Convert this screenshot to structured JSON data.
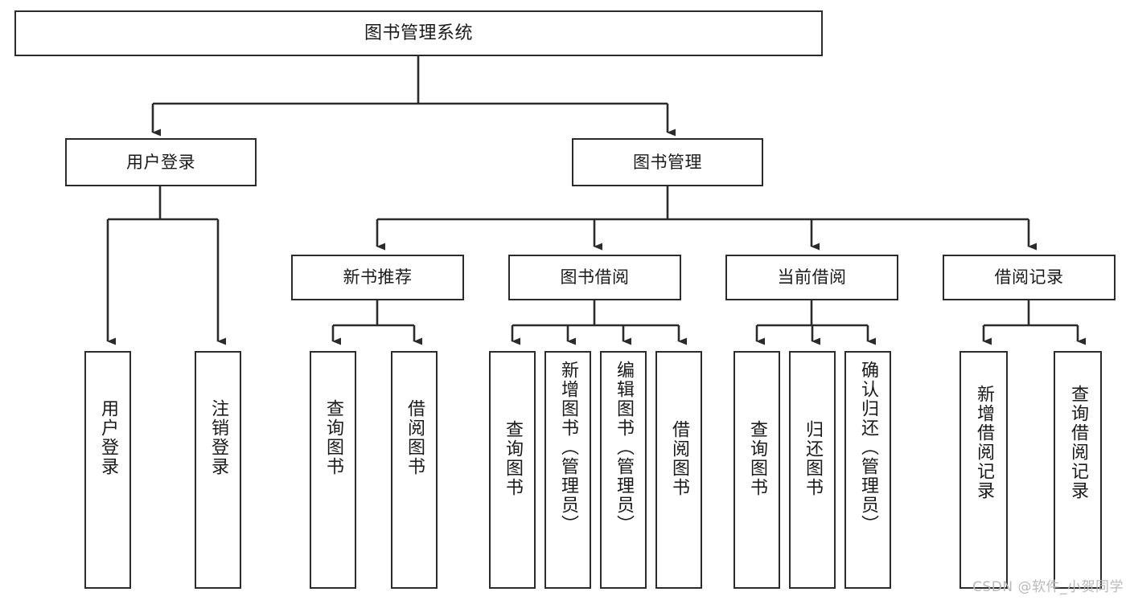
{
  "diagram": {
    "type": "tree-hierarchy",
    "title": "图书管理系统",
    "root": {
      "id": "root",
      "label": "图书管理系统"
    },
    "level2": [
      {
        "id": "user-login",
        "label": "用户登录"
      },
      {
        "id": "book-manage",
        "label": "图书管理"
      }
    ],
    "level3": [
      {
        "id": "new-book-recommend",
        "label": "新书推荐",
        "parent": "book-manage"
      },
      {
        "id": "book-borrow",
        "label": "图书借阅",
        "parent": "book-manage"
      },
      {
        "id": "current-borrow",
        "label": "当前借阅",
        "parent": "book-manage"
      },
      {
        "id": "borrow-record",
        "label": "借阅记录",
        "parent": "book-manage"
      }
    ],
    "leaves": {
      "user_login": [
        {
          "id": "leaf-user-login",
          "label": "用户登录"
        },
        {
          "id": "leaf-user-logout",
          "label": "注销登录"
        }
      ],
      "new_book_recommend": [
        {
          "id": "leaf-query-book-1",
          "label": "查询图书"
        },
        {
          "id": "leaf-borrow-book-1",
          "label": "借阅图书"
        }
      ],
      "book_borrow": [
        {
          "id": "leaf-query-book-2",
          "label": "查询图书"
        },
        {
          "id": "leaf-add-book",
          "label": "新增图书（管理员）"
        },
        {
          "id": "leaf-edit-book",
          "label": "编辑图书（管理员）"
        },
        {
          "id": "leaf-borrow-book-2",
          "label": "借阅图书"
        }
      ],
      "current_borrow": [
        {
          "id": "leaf-query-book-3",
          "label": "查询图书"
        },
        {
          "id": "leaf-return-book",
          "label": "归还图书"
        },
        {
          "id": "leaf-confirm-return",
          "label": "确认归还（管理员）"
        }
      ],
      "borrow_record": [
        {
          "id": "leaf-add-record",
          "label": "新增借阅记录"
        },
        {
          "id": "leaf-query-record",
          "label": "查询借阅记录"
        }
      ]
    }
  },
  "watermark": {
    "text": "CSDN @软件_小贺同学"
  },
  "colors": {
    "stroke": "#2b2b2b",
    "fill": "#ffffff",
    "text": "#1a1a1a",
    "watermark": "#b9b9b9"
  }
}
